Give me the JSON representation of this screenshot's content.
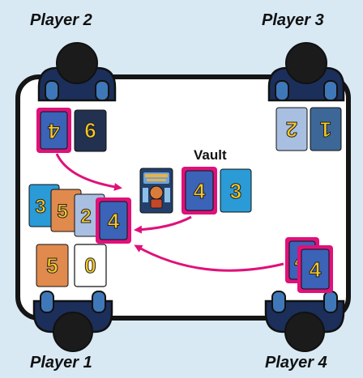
{
  "players": {
    "p1": "Player 1",
    "p2": "Player 2",
    "p3": "Player 3",
    "p4": "Player 4"
  },
  "vault": {
    "label": "Vault"
  },
  "cards": {
    "p2_hand": [
      "4",
      "6"
    ],
    "p3_hand": [
      "2",
      "1"
    ],
    "p1_stack": [
      "3",
      "5",
      "2",
      "4"
    ],
    "p1_bottom": [
      "5",
      "0"
    ],
    "vault": [
      "4",
      "3"
    ],
    "p4_hand": [
      "4",
      "4"
    ]
  },
  "colors": {
    "highlight": "#e0117a",
    "table": "#ffffff",
    "table_border": "#151515",
    "background": "#d8e9f4"
  }
}
